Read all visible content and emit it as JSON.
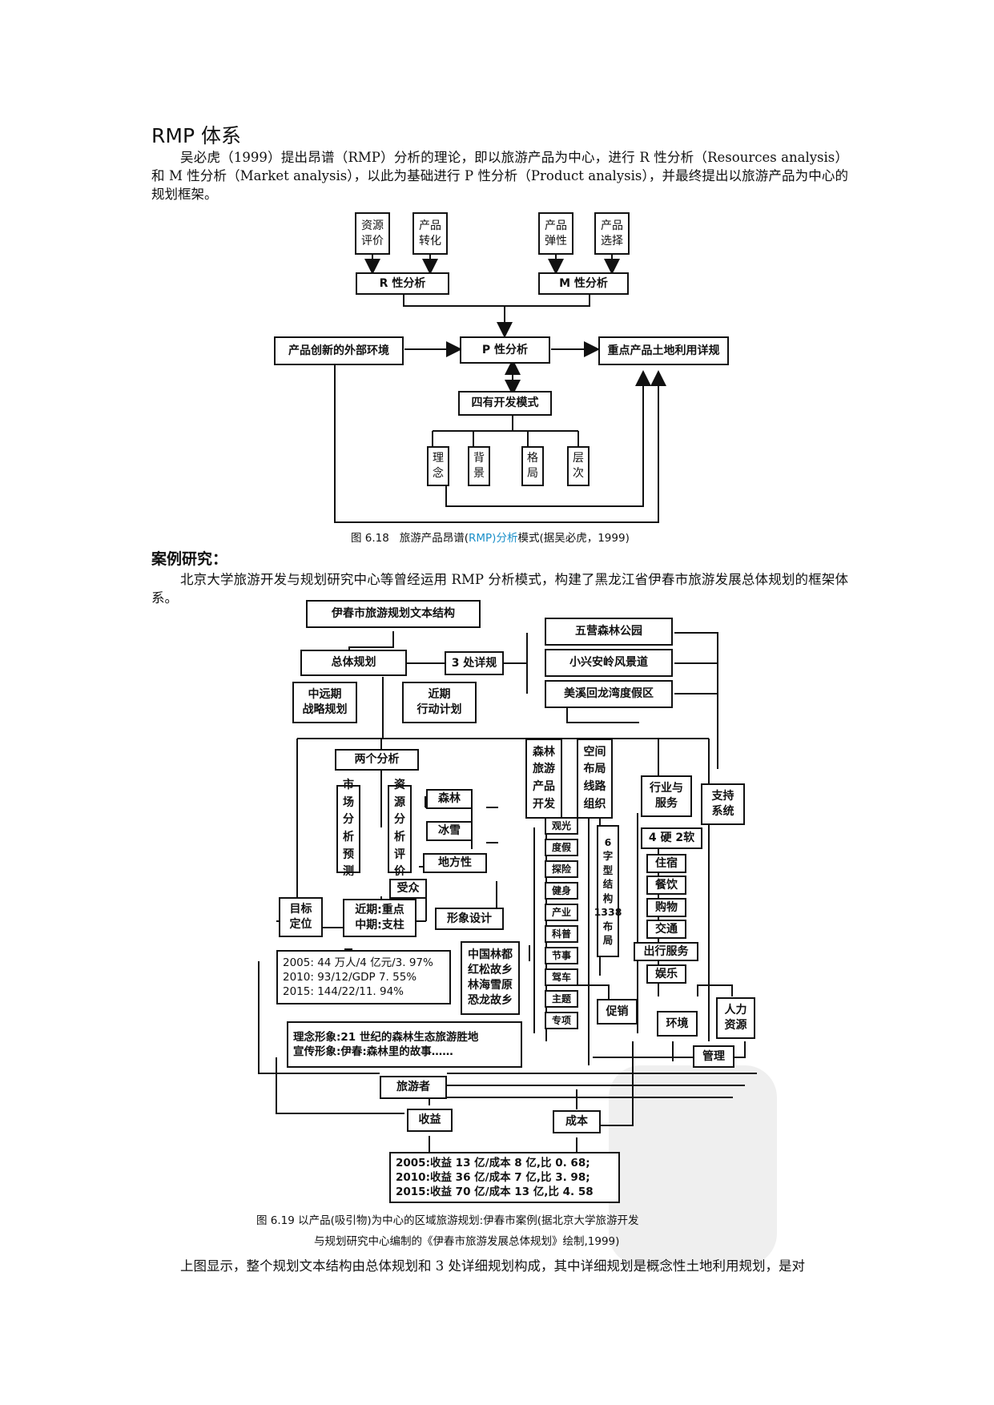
{
  "heading": "RMP 体系",
  "intro_paragraph": "吴必虎（1999）提出昂谱（RMP）分析的理论，即以旅游产品为中心，进行 R 性分析（Resources analysis）和 M 性分析（Market analysis），以此为基础进行 P 性分析（Product analysis），并最终提出以旅游产品为中心的规划框架。",
  "fig1": {
    "boxes": {
      "res_eval": "资源\n评价",
      "prod_trans": "产品\n转化",
      "prod_elastic": "产品\n弹性",
      "prod_select": "产品\n选择",
      "r_analysis": "R 性分析",
      "m_analysis": "M 性分析",
      "external_env": "产品创新的外部环境",
      "p_analysis": "P 性分析",
      "key_land_use": "重点产品土地利用详规",
      "four_modes": "四有开发模式",
      "idea": "理\n念",
      "background": "背\n景",
      "pattern": "格\n局",
      "level": "层\n次"
    },
    "caption_num": "图 6.18",
    "caption_pre": "旅游产品昂谱(",
    "caption_hl": "RMP)分析",
    "caption_post": "模式(据吴必虎，1999)"
  },
  "case_heading": "案例研究：",
  "case_paragraph": "北京大学旅游开发与规划研究中心等曾经运用 RMP 分析模式，构建了黑龙江省伊春市旅游发展总体规划的框架体系。",
  "fig2": {
    "boxes": {
      "root": "伊春市旅游规划文本结构",
      "overall": "总体规划",
      "detail3": "3 处详规",
      "wuying": "五营森林公园",
      "xiaoxing": "小兴安岭风景道",
      "meixi": "美溪回龙湾度假区",
      "longterm": "中远期\n战略规划",
      "nearterm": "近期\n行动计划",
      "two_analysis": "两个分析",
      "forest_product": "森林\n旅游\n产品\n开发",
      "space": "空间\n布局\n线路\n组织",
      "industry": "行业与\n服务",
      "support": "支持\n系统",
      "market": "市\n场\n分\n析\n预\n测",
      "resource": "资\n源\n分\n析\n评\n价",
      "forest": "森林",
      "ice": "冰雪",
      "local": "地方性",
      "audience": "受众",
      "p1": "观光",
      "p2": "度假",
      "p3": "探险",
      "p4": "健身",
      "p5": "产业",
      "p6": "科普",
      "p7": "节事",
      "p8": "驾车",
      "p9": "主题",
      "p10": "专项",
      "six_shape": "6\n字\n型\n结\n构\n1338\n布\n局",
      "hard_soft": "4 硬 2软",
      "s1": "住宿",
      "s2": "餐饮",
      "s3": "购物",
      "s4": "交通",
      "s5": "出行服务",
      "s6": "娱乐",
      "target": "目标\n定位",
      "near_mid": "近期:重点\n中期:支柱",
      "image_design": "形象设计",
      "stats": "2005: 44 万人/4 亿元/3. 97%\n2010: 93/12/GDP 7. 55%\n2015: 144/22/11. 94%",
      "slogans": "中国林都\n红松故乡\n林海雪原\n恐龙故乡",
      "promo": "促销",
      "env": "环境",
      "hr": "人力\n资源",
      "concept": "理念形象:21 世纪的森林生态旅游胜地\n宣传形象:伊春:森林里的故事……",
      "mgmt": "管理",
      "tourist": "旅游者",
      "income": "收益",
      "cost": "成本",
      "result": "2005:收益 13 亿/成本 8 亿,比 0. 68;\n2010:收益 36 亿/成本 7 亿,比 3. 98;\n2015:收益 70 亿/成本 13 亿,比 4. 58"
    },
    "caption_line1": "图 6.19   以产品(吸引物)为中心的区域旅游规划:伊春市案例(据北京大学旅游开发",
    "caption_line2": "与规划研究中心编制的《伊春市旅游发展总体规划》绘制,1999)"
  },
  "bottom_paragraph": "上图显示，整个规划文本结构由总体规划和 3 处详细规划构成，其中详细规划是概念性土地利用规划，是对",
  "colors": {
    "highlight": "#1a8fc9",
    "ink": "#111111"
  }
}
